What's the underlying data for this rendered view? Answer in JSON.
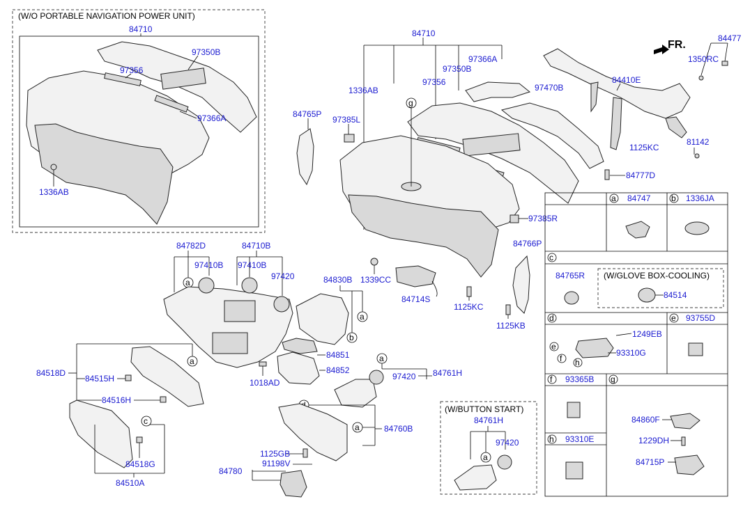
{
  "sections": {
    "wo_nav": "(W/O PORTABLE NAVIGATION POWER UNIT)",
    "glove_cooling": "(W/GLOVE BOX-COOLING)",
    "button_start": "(W/BUTTON START)",
    "fr": "FR."
  },
  "part_numbers": {
    "p84710_inset": "84710",
    "p97350B_inset": "97350B",
    "p97356_inset": "97356",
    "p97366A_inset": "97366A",
    "p1336AB_inset": "1336AB",
    "p84710_main": "84710",
    "p97366A": "97366A",
    "p97350B": "97350B",
    "p97356": "97356",
    "p1336AB": "1336AB",
    "p84765P": "84765P",
    "p97385L": "97385L",
    "p97470B": "97470B",
    "p84477": "84477",
    "p1350RC": "1350RC",
    "p84410E": "84410E",
    "p1125KC_top": "1125KC",
    "p81142": "81142",
    "p84777D": "84777D",
    "p97385R": "97385R",
    "p84766P": "84766P",
    "p1339CC": "1339CC",
    "p84714S": "84714S",
    "p1125KC_mid": "1125KC",
    "p1125KB": "1125KB",
    "p84782D": "84782D",
    "p97410B_a": "97410B",
    "p84710B": "84710B",
    "p97410B_b": "97410B",
    "p97420_a": "97420",
    "p84830B": "84830B",
    "p84851": "84851",
    "p84852": "84852",
    "p1018AD": "1018AD",
    "p84518D": "84518D",
    "p84515H": "84515H",
    "p84516H": "84516H",
    "p84518G": "84518G",
    "p84510A": "84510A",
    "p97420_b": "97420",
    "p84761H": "84761H",
    "p84760B": "84760B",
    "p1125GB": "1125GB",
    "p91198V": "91198V",
    "p84780": "84780",
    "p84761H_btn": "84761H",
    "p97420_btn": "97420"
  },
  "legend": {
    "a_title": "84747",
    "b_title": "1336JA",
    "c_part": "84765R",
    "c_glove_part": "84514",
    "d_1249EB": "1249EB",
    "d_93310G": "93310G",
    "e_title": "93755D",
    "f_title": "93365B",
    "h_title": "93310E",
    "g_84860F": "84860F",
    "g_1229DH": "1229DH",
    "g_84715P": "84715P"
  },
  "letters": {
    "a": "a",
    "b": "b",
    "c": "c",
    "d": "d",
    "e": "e",
    "f": "f",
    "g": "g",
    "h": "h"
  }
}
